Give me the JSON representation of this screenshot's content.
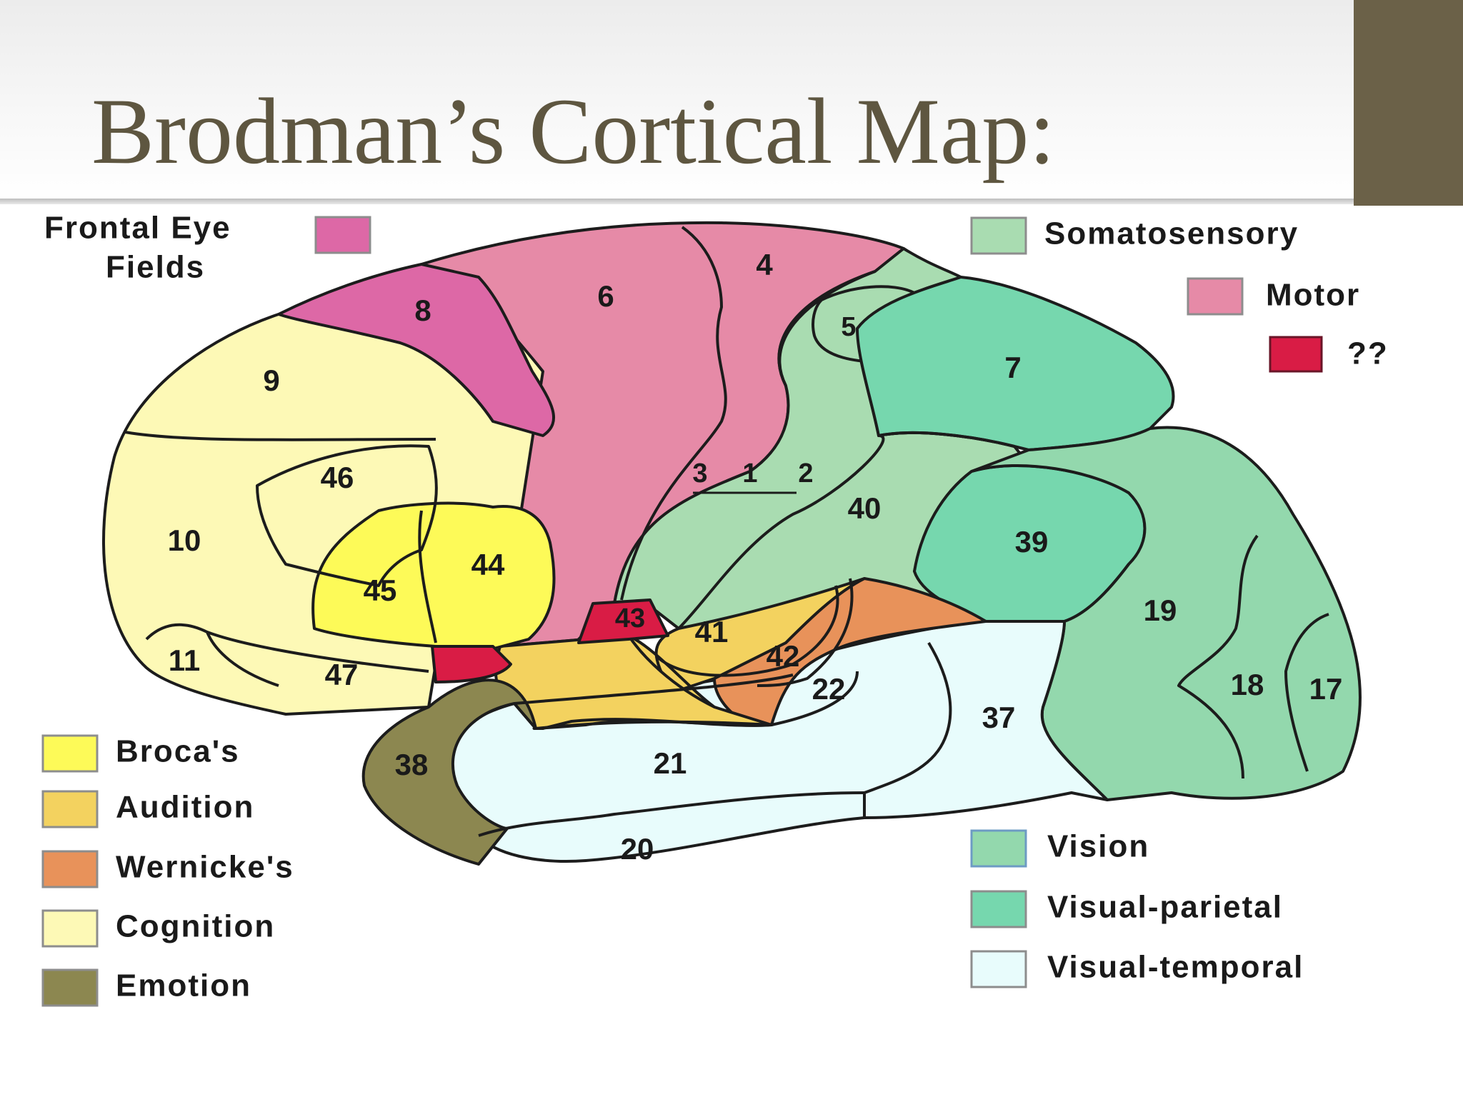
{
  "title": "Brodman’s Cortical Map:",
  "colors": {
    "title_text": "#5e5640",
    "accent_bar": "#6b6148",
    "frontal_eye_fields": "#dd68a6",
    "motor": "#e68aa7",
    "unknown": "#d91c45",
    "somatosensory": "#a9dcb1",
    "visual_parietal": "#76d7ae",
    "vision": "#93d8ad",
    "visual_temporal": "#e8fcfc",
    "brocas": "#fdfa58",
    "audition": "#f3d25f",
    "wernickes": "#e8925a",
    "cognition": "#fdf9b6",
    "emotion": "#8c8750"
  },
  "legend": {
    "frontal_eye_fields": "Frontal Eye\nFields",
    "frontal_eye_fields_line1": "Frontal Eye",
    "frontal_eye_fields_line2": "Fields",
    "somatosensory": "Somatosensory",
    "motor": "Motor",
    "unknown": "??",
    "brocas": "Broca's",
    "audition": "Audition",
    "wernickes": "Wernicke's",
    "cognition": "Cognition",
    "emotion": "Emotion",
    "vision": "Vision",
    "visual_parietal": "Visual-parietal",
    "visual_temporal": "Visual-temporal"
  },
  "areas": {
    "a4": "4",
    "a6": "6",
    "a8": "8",
    "a9": "9",
    "a10": "10",
    "a11": "11",
    "a46": "46",
    "a45": "45",
    "a44": "44",
    "a47": "47",
    "a43": "43",
    "a5": "5",
    "a7": "7",
    "a3": "3",
    "a1": "1",
    "a2": "2",
    "a40": "40",
    "a39": "39",
    "a41": "41",
    "a42": "42",
    "a22": "22",
    "a19": "19",
    "a18": "18",
    "a17": "17",
    "a37": "37",
    "a21": "21",
    "a20": "20",
    "a38": "38"
  }
}
